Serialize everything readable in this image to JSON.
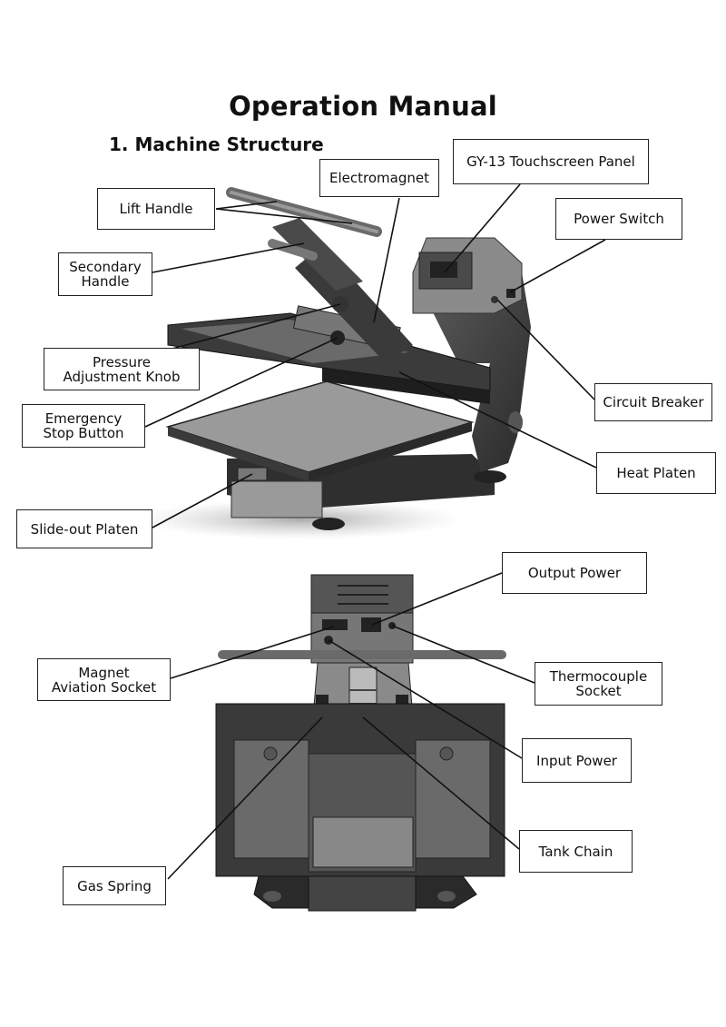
{
  "document": {
    "title": "Operation Manual",
    "section_heading": "1.  Machine Structure"
  },
  "labels": {
    "lift_handle": "Lift Handle",
    "electromagnet": "Electromagnet",
    "touchscreen_panel": "GY-13 Touchscreen Panel",
    "power_switch": "Power Switch",
    "secondary_handle": "Secondary\nHandle",
    "pressure_knob": "Pressure\nAdjustment Knob",
    "emergency_stop": "Emergency\nStop Button",
    "circuit_breaker": "Circuit Breaker",
    "heat_platen": "Heat Platen",
    "slide_out_platen": "Slide-out Platen",
    "output_power": "Output Power",
    "magnet_socket": "Magnet\nAviation Socket",
    "thermocouple_socket": "Thermocouple\nSocket",
    "input_power": "Input Power",
    "tank_chain": "Tank Chain",
    "gas_spring": "Gas Spring"
  }
}
